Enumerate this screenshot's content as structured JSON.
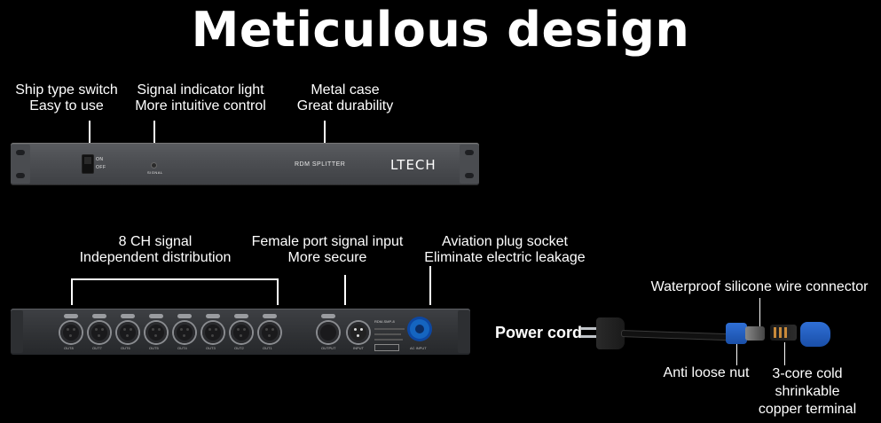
{
  "title": "Meticulous design",
  "top_labels": {
    "switch": [
      "Ship type switch",
      "Easy to use"
    ],
    "indicator": [
      "Signal indicator light",
      "More intuitive control"
    ],
    "case": [
      "Metal case",
      "Great durability"
    ]
  },
  "front_panel": {
    "product_text": "RDM SPLITTER",
    "brand": "LTECH",
    "switch_on": "ON",
    "switch_off": "OFF",
    "indicator_text": "SIGNAL"
  },
  "bottom_labels": {
    "channels": [
      "8 CH signal",
      "Independent distribution"
    ],
    "female_port": [
      "Female port signal input",
      "More secure"
    ],
    "aviation": [
      "Aviation plug socket",
      "Eliminate electric leakage"
    ]
  },
  "rear_panel": {
    "outputs": [
      "OUT8",
      "OUT7",
      "OUT6",
      "OUT5",
      "OUT4",
      "OUT3",
      "OUT2",
      "OUT1"
    ],
    "output_port": "OUTPUT",
    "input_port": "INPUT",
    "ac_input": "AC INPUT",
    "model_text": "RDM-SMP-8"
  },
  "power_cord": {
    "label": "Power cord",
    "waterproof": "Waterproof silicone wire connector",
    "nut": "Anti loose nut",
    "terminal": [
      "3-core cold",
      "shrinkable",
      "copper terminal"
    ]
  }
}
